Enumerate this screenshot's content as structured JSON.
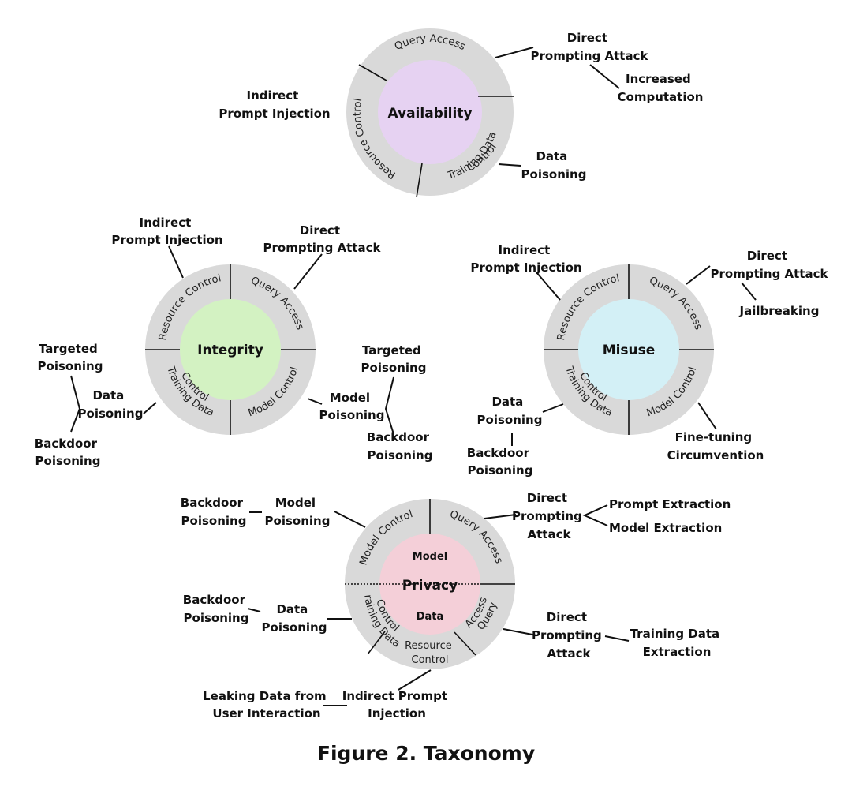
{
  "caption": "Figure 2. Taxonomy",
  "colors": {
    "ring": "#d9d9d9",
    "availability": "#e6d2f2",
    "integrity": "#d3f2c2",
    "misuse": "#d3f0f6",
    "privacy": "#f4cfd8"
  },
  "availability": {
    "core": "Availability",
    "sectors": {
      "query_access": "Query Access",
      "resource_control": "Resource Control",
      "training_data_control": [
        "Training Data",
        "Control"
      ]
    },
    "attacks": {
      "direct": [
        "Direct",
        "Prompting Attack"
      ],
      "increased": [
        "Increased",
        "Computation"
      ],
      "indirect": [
        "Indirect",
        "Prompt Injection"
      ],
      "poisoning": [
        "Data",
        "Poisoning"
      ]
    }
  },
  "integrity": {
    "core": "Integrity",
    "sectors": {
      "resource_control": "Resource Control",
      "query_access": "Query Access",
      "training_data_control": [
        "Training Data",
        "Control"
      ],
      "model_control": "Model Control"
    },
    "attacks": {
      "indirect": [
        "Indirect",
        "Prompt Injection"
      ],
      "direct": [
        "Direct",
        "Prompting Attack"
      ],
      "targeted_left": [
        "Targeted",
        "Poisoning"
      ],
      "data_poisoning": [
        "Data",
        "Poisoning"
      ],
      "backdoor_left": [
        "Backdoor",
        "Poisoning"
      ],
      "targeted_right": [
        "Targeted",
        "Poisoning"
      ],
      "model_poisoning": [
        "Model",
        "Poisoning"
      ],
      "backdoor_right": [
        "Backdoor",
        "Poisoning"
      ]
    }
  },
  "misuse": {
    "core": "Misuse",
    "sectors": {
      "resource_control": "Resource Control",
      "query_access": "Query Access",
      "training_data_control": [
        "Training Data",
        "Control"
      ],
      "model_control": "Model Control"
    },
    "attacks": {
      "indirect": [
        "Indirect",
        "Prompt Injection"
      ],
      "direct": [
        "Direct",
        "Prompting Attack"
      ],
      "jailbreaking": "Jailbreaking",
      "data_poisoning": [
        "Data",
        "Poisoning"
      ],
      "backdoor": [
        "Backdoor",
        "Poisoning"
      ],
      "finetuning": [
        "Fine-tuning",
        "Circumvention"
      ]
    }
  },
  "privacy": {
    "core": "Privacy",
    "core_top": "Model",
    "core_bottom": "Data",
    "sectors": {
      "model_control": "Model Control",
      "query_access_top": "Query Access",
      "training_data_control": [
        "Training Data",
        "Control"
      ],
      "query_access_bottom": [
        "Query",
        "Access"
      ],
      "resource_control": [
        "Resource",
        "Control"
      ]
    },
    "attacks": {
      "backdoor_top": [
        "Backdoor",
        "Poisoning"
      ],
      "model_poisoning": [
        "Model",
        "Poisoning"
      ],
      "direct_top": [
        "Direct",
        "Prompting",
        "Attack"
      ],
      "prompt_extraction": "Prompt Extraction",
      "model_extraction": "Model Extraction",
      "backdoor_mid": [
        "Backdoor",
        "Poisoning"
      ],
      "data_poisoning": [
        "Data",
        "Poisoning"
      ],
      "direct_bottom": [
        "Direct",
        "Prompting",
        "Attack"
      ],
      "training_data_extraction": [
        "Training Data",
        "Extraction"
      ],
      "leaking": [
        "Leaking Data from",
        "User Interaction"
      ],
      "indirect": [
        "Indirect Prompt",
        "Injection"
      ]
    }
  }
}
